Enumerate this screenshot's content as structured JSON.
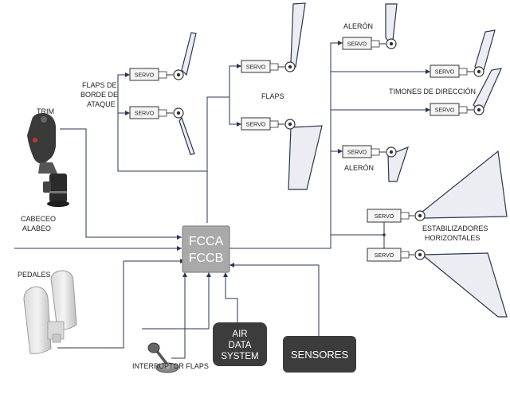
{
  "labels": {
    "trim": "TRIM",
    "cabeceo": "CABECEO",
    "alabeo": "ALABEO",
    "pedales": "PEDALES",
    "interruptor_flaps": "INTERRUPTOR FLAPS",
    "flaps_borde_1": "FLAPS DE",
    "flaps_borde_2": "BORDE DE",
    "flaps_borde_3": "ATAQUE",
    "flaps": "FLAPS",
    "aleron_top": "ALERÓN",
    "aleron_bottom": "ALERÓN",
    "timones": "TIMONES DE DIRECCIÓN",
    "estabilizadores_1": "ESTABILIZADORES",
    "estabilizadores_2": "HORIZONTALES"
  },
  "servo_label": "SERVO",
  "computer": {
    "line1": "FCCA",
    "line2": "FCCB"
  },
  "air_data": {
    "line1": "AIR",
    "line2": "DATA",
    "line3": "SYSTEM"
  },
  "sensores": "SENSORES",
  "colors": {
    "wire": "#2a3550",
    "computer": "#a9a9a9",
    "dark_box": "#3c3c3c",
    "surface": "#ecedf2"
  }
}
